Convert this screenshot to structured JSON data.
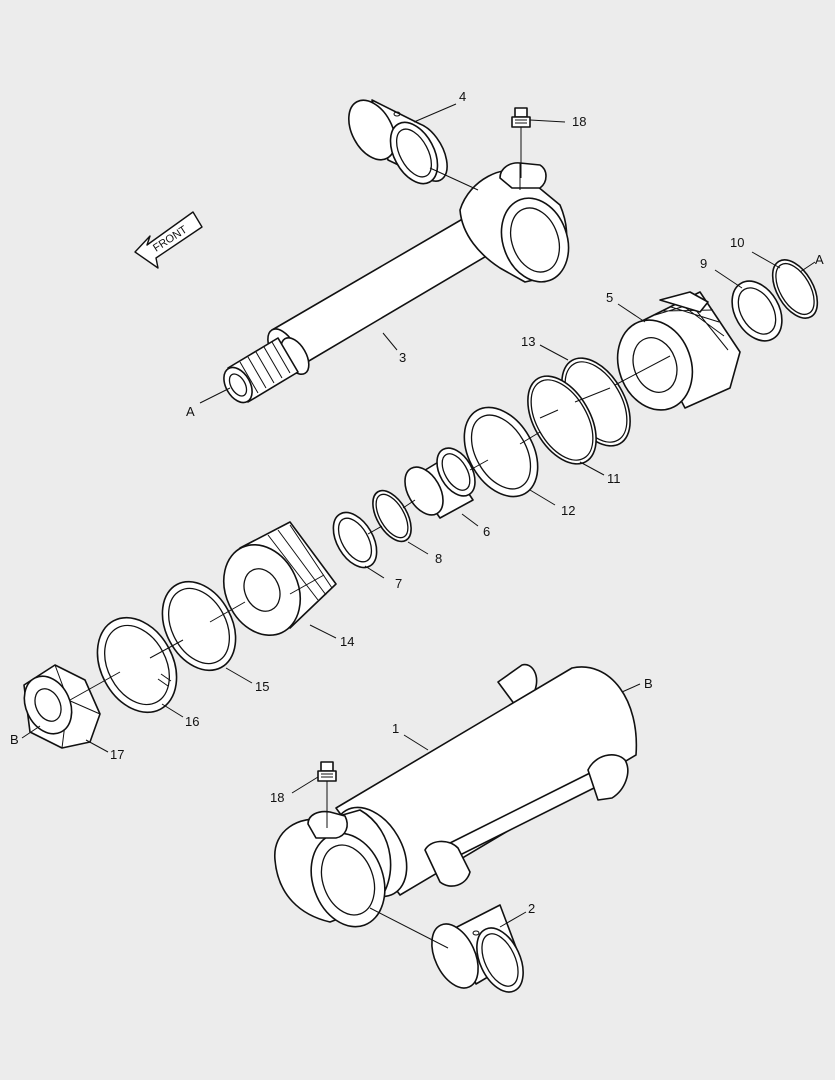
{
  "diagram": {
    "front_indicator": "FRONT",
    "background_color": "#ececec",
    "line_color": "#111111",
    "part_labels": {
      "p1": "1",
      "p2": "2",
      "p3": "3",
      "p4": "4",
      "p5": "5",
      "p6": "6",
      "p7": "7",
      "p8": "8",
      "p9": "9",
      "p10": "10",
      "p11": "11",
      "p12": "12",
      "p13": "13",
      "p14": "14",
      "p15": "15",
      "p16": "16",
      "p17": "17",
      "p18_top": "18",
      "p18_bottom": "18"
    },
    "reference_labels": {
      "a_rod": "A",
      "a_ring": "A",
      "b_nut": "B",
      "b_cylinder": "B"
    }
  }
}
